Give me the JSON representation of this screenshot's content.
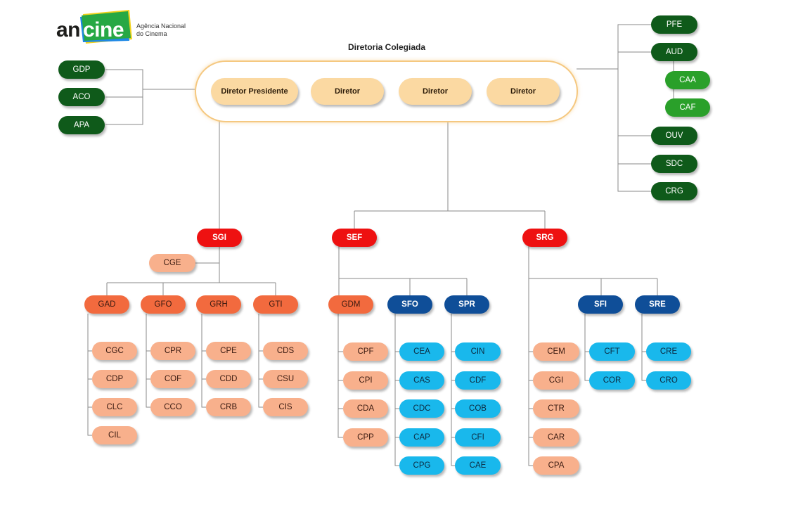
{
  "logo": {
    "prefix": "an",
    "highlight": "cine",
    "subtitle_line1": "Agência Nacional",
    "subtitle_line2": "do Cinema"
  },
  "board": {
    "title": "Diretoria Colegiada",
    "members": [
      "Diretor Presidente",
      "Diretor",
      "Diretor",
      "Diretor"
    ]
  },
  "left_units": [
    "GDP",
    "ACO",
    "APA"
  ],
  "right_units": [
    "PFE",
    "AUD",
    "CAA",
    "CAF",
    "OUV",
    "SDC",
    "CRG"
  ],
  "secretariats": {
    "sgi": {
      "label": "SGI",
      "cge": "CGE",
      "managements": [
        {
          "label": "GAD",
          "children": [
            "CGC",
            "CDP",
            "CLC",
            "CIL"
          ]
        },
        {
          "label": "GFO",
          "children": [
            "CPR",
            "COF",
            "CCO"
          ]
        },
        {
          "label": "GRH",
          "children": [
            "CPE",
            "CDD",
            "CRB"
          ]
        },
        {
          "label": "GTI",
          "children": [
            "CDS",
            "CSU",
            "CIS"
          ]
        }
      ]
    },
    "sef": {
      "label": "SEF",
      "managements": [
        {
          "label": "GDM",
          "children": [
            "CPF",
            "CPI",
            "CDA",
            "CPP"
          ]
        },
        {
          "label": "SFO",
          "children": [
            "CEA",
            "CAS",
            "CDC",
            "CAP",
            "CPG"
          ]
        },
        {
          "label": "SPR",
          "children": [
            "CIN",
            "CDF",
            "COB",
            "CFI",
            "CAE"
          ]
        }
      ]
    },
    "srg": {
      "label": "SRG",
      "direct_children": [
        "CEM",
        "CGI",
        "CTR",
        "CAR",
        "CPA"
      ],
      "managements": [
        {
          "label": "SFI",
          "children": [
            "CFT",
            "COR"
          ]
        },
        {
          "label": "SRE",
          "children": [
            "CRE",
            "CRO"
          ]
        }
      ]
    }
  },
  "colors": {
    "dark_green": "#0f5a1a",
    "mid_green": "#2aa02a",
    "red": "#ee1111",
    "orange": "#f26a3e",
    "salmon": "#f8b08c",
    "blue": "#0f4e98",
    "cyan": "#19b8ec",
    "tan": "#fbd9a2",
    "line": "#8a8a8a"
  }
}
